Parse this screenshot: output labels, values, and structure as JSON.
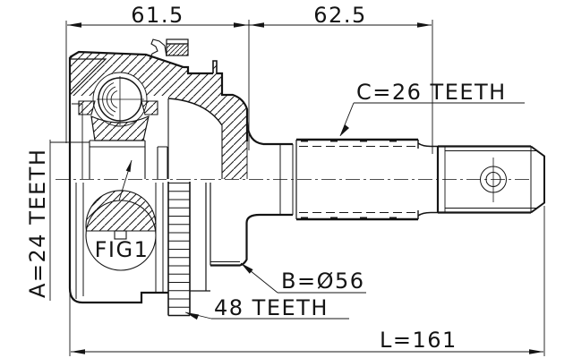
{
  "drawing": {
    "dimensions": {
      "housing_width": "61.5",
      "shaft_length": "62.5",
      "overall_length": "L=161",
      "body_diameter": "B=Ø56"
    },
    "labels": {
      "outer_spline": "C=26 TEETH",
      "inner_spline": "A=24 TEETH",
      "abs_ring": "48 TEETH",
      "detail_figure": "FIG1"
    },
    "colors": {
      "line": "#141414",
      "background": "#ffffff"
    }
  }
}
